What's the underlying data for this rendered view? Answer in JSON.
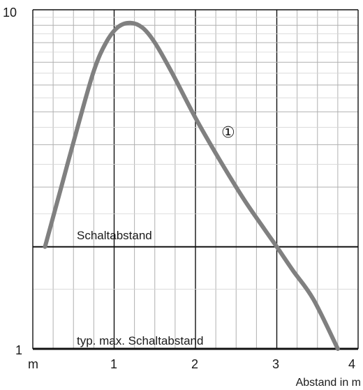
{
  "chart_data": {
    "type": "line",
    "title": "",
    "xlabel": "Abstand in m",
    "ylabel": "",
    "x_unit_label": "m",
    "xlim": [
      0,
      4
    ],
    "ylim": [
      1,
      10
    ],
    "y_scale": "log",
    "grid": true,
    "x_ticks": [
      "1",
      "2",
      "3",
      "4"
    ],
    "y_ticks": [
      "1",
      "10"
    ],
    "series": [
      {
        "marker": "①",
        "color": "#808080",
        "x": [
          0.15,
          0.35,
          0.55,
          0.75,
          0.9,
          1.05,
          1.2,
          1.35,
          1.5,
          1.7,
          2.0,
          2.3,
          2.6,
          2.85,
          3.0,
          3.2,
          3.45,
          3.75
        ],
        "y": [
          2.0,
          3.0,
          4.5,
          6.6,
          8.0,
          8.9,
          9.15,
          8.85,
          8.0,
          6.6,
          4.8,
          3.6,
          2.75,
          2.25,
          2.0,
          1.7,
          1.4,
          1.0
        ]
      }
    ],
    "reference_lines": [
      {
        "label": "Schaltabstand",
        "y": 2.0
      },
      {
        "label": "typ. max. Schaltabstand",
        "y": 1.0
      }
    ]
  }
}
